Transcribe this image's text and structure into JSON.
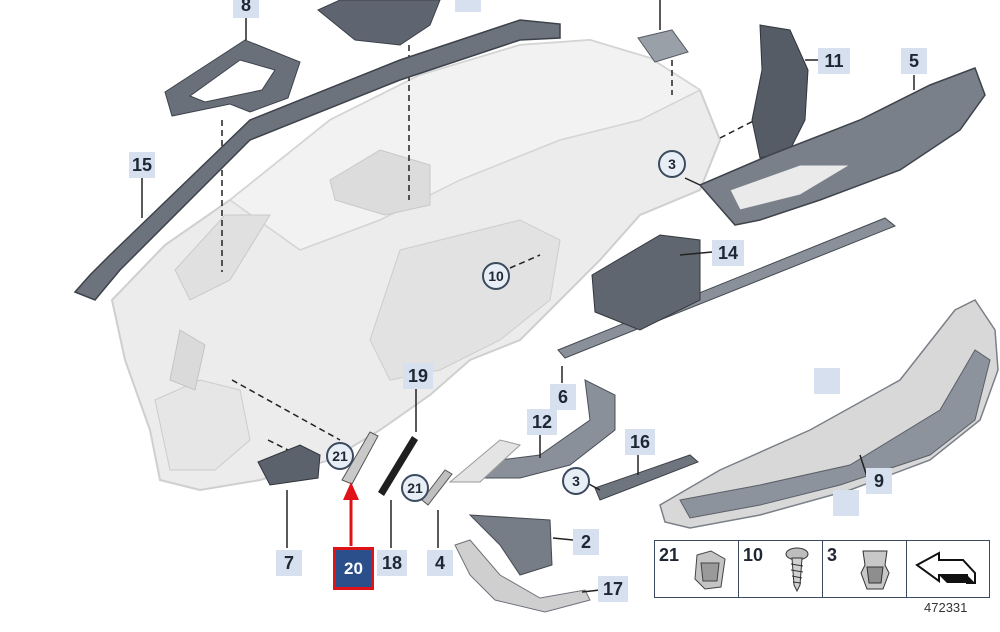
{
  "labels": {
    "l8": "8",
    "l15": "15",
    "l11": "11",
    "l5": "5",
    "l14": "14",
    "l6": "6",
    "l19": "19",
    "l12": "12",
    "l16": "16",
    "l9": "9",
    "l7": "7",
    "l18": "18",
    "l4": "4",
    "l2": "2",
    "l17": "17",
    "c3a": "3",
    "c10": "10",
    "c21a": "21",
    "c21b": "21",
    "c3b": "3"
  },
  "highlight": {
    "label": "20",
    "color": "#e01218"
  },
  "legend": {
    "items": [
      {
        "number": "21",
        "icon": "clip-icon"
      },
      {
        "number": "10",
        "icon": "screw-icon"
      },
      {
        "number": "3",
        "icon": "spring-nut-icon"
      },
      {
        "number": "",
        "icon": "orientation-arrow-icon"
      }
    ]
  },
  "reference": "472331",
  "colors": {
    "label_bg": "#d6e0ee",
    "part_dark": "#5d6470",
    "part_light": "#e4e4e4"
  }
}
